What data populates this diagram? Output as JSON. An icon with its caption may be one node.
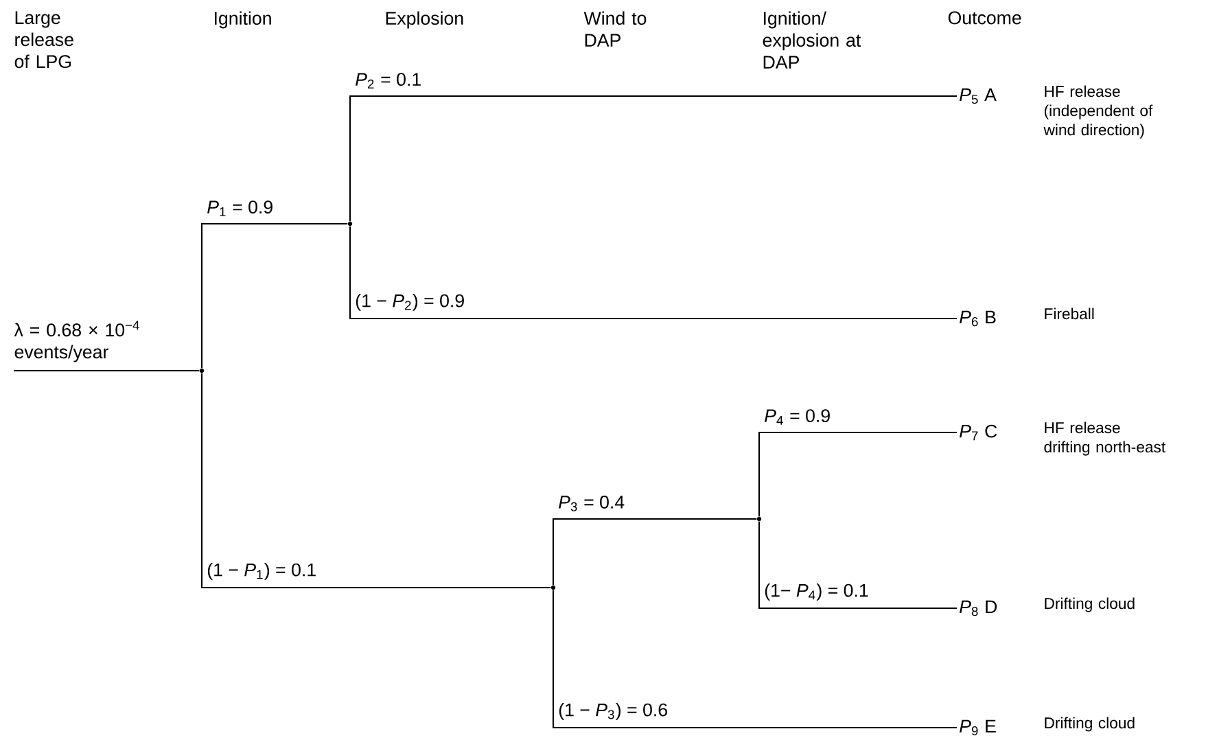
{
  "diagram": {
    "nodes": [
      {
        "text": [
          "λ = 0.68 × 10$^{−4}$ events/year"
        ]
      },
      {
        "text": [],
        "shape": "point"
      },
      {
        "text": [],
        "shape": "point"
      },
      {
        "text": [],
        "shape": "point"
      },
      {
        "text": [],
        "shape": "point"
      },
      {
        "text": [
          "*P*$_{5}$ A"
        ],
        "beside": [
          "HF release (independent of wind direction)"
        ]
      },
      {
        "text": [
          "*P*$_{6}$ B"
        ],
        "beside": [
          "Fireball"
        ]
      },
      {
        "text": [
          "*P*$_{7}$ C"
        ],
        "beside": [
          "HF release drifting north-east"
        ]
      },
      {
        "text": [
          "*P*$_{8}$ D"
        ],
        "beside": [
          "Drifting cloud"
        ]
      },
      {
        "text": [
          "*P*$_{9}$ E"
        ],
        "beside": [
          "Drifting cloud"
        ]
      }
    ],
    "edges": [
      {
        "from": 0,
        "to": 1,
        "arrow": "none"
      },
      {
        "from": 1,
        "to": 2,
        "arrow": "none",
        "label": "*P*$_{1}$ = 0.9"
      },
      {
        "from": 1,
        "to": 3,
        "arrow": "none",
        "label": "(1 − *P*$_{1}$) = 0.1"
      },
      {
        "from": 2,
        "to": 5,
        "arrow": "none",
        "label": "*P*$_{2}$ = 0.1"
      },
      {
        "from": 2,
        "to": 6,
        "arrow": "none",
        "label": "(1 − *P*$_{2}$) = 0.9"
      },
      {
        "from": 3,
        "to": 4,
        "arrow": "none",
        "label": "*P*$_{3}$ = 0.4"
      },
      {
        "from": 3,
        "to": 9,
        "arrow": "none",
        "label": "(1 − *P*$_{3}$) = 0.6"
      },
      {
        "from": 4,
        "to": 7,
        "arrow": "none",
        "label": "*P*$_{4}$ = 0.9"
      },
      {
        "from": 4,
        "to": 8,
        "arrow": "none",
        "label": "(1− *P*$_{4}$) = 0.1"
      }
    ],
    "labels": [
      "Large release of LPG",
      "Ignition",
      "Explosion",
      "Wind to DAP",
      "Ignition/ explosion at DAP",
      "Outcome"
    ]
  }
}
